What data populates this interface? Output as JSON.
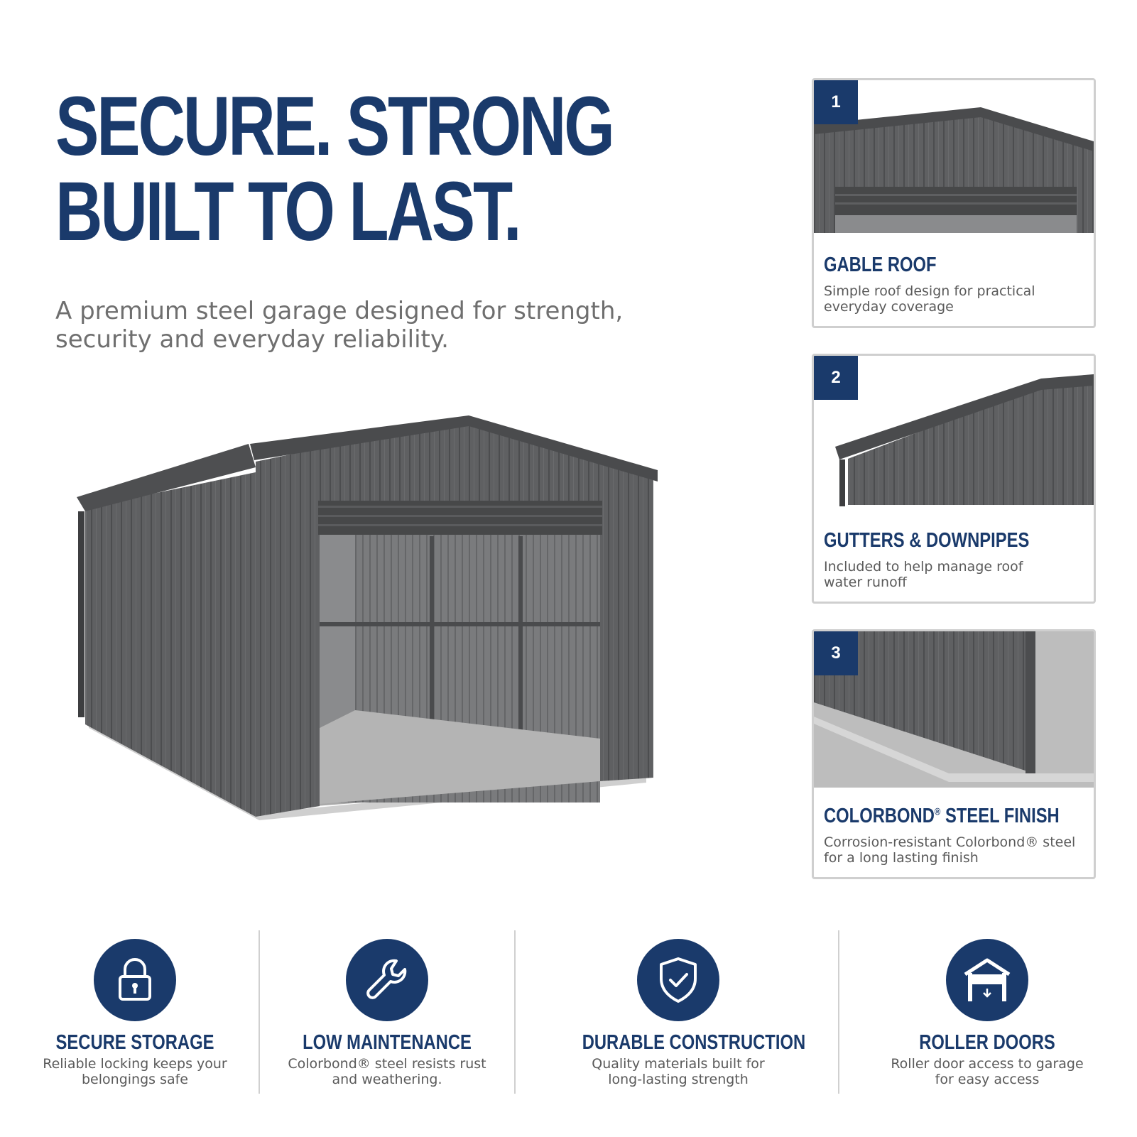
{
  "headline": {
    "line1": "SECURE. STRONG",
    "line2": "BUILT TO LAST."
  },
  "subhead": {
    "line1": "A premium steel garage designed for strength,",
    "line2": "security and everyday reliability."
  },
  "colors": {
    "brand_navy": "#1a3a6b",
    "steel_grey": "#5b5c5e",
    "text_grey": "#5a5a5a"
  },
  "cards": [
    {
      "number": "1",
      "title": "GABLE ROOF",
      "desc_line1": "Simple roof design for practical",
      "desc_line2": "everyday coverage"
    },
    {
      "number": "2",
      "title": "GUTTERS & DOWNPIPES",
      "desc_line1": "Included to help manage roof",
      "desc_line2": "water runoff"
    },
    {
      "number": "3",
      "title": "COLORBOND",
      "title_mark": "®",
      "title_suffix": " STEEL FINISH",
      "desc_line1": "Corrosion-resistant Colorbond® steel",
      "desc_line2": "for a long lasting finish"
    }
  ],
  "features": [
    {
      "icon": "lock-icon",
      "title": "SECURE STORAGE",
      "desc_line1": "Reliable locking keeps your",
      "desc_line2": "belongings safe"
    },
    {
      "icon": "wrench-icon",
      "title": "LOW MAINTENANCE",
      "desc_line1": "Colorbond® steel resists rust",
      "desc_line2": "and weathering."
    },
    {
      "icon": "shield-check-icon",
      "title": "DURABLE CONSTRUCTION",
      "desc_line1": "Quality materials built for",
      "desc_line2": "long-lasting strength"
    },
    {
      "icon": "garage-door-icon",
      "title": "ROLLER DOORS",
      "desc_line1": "Roller door access to garage",
      "desc_line2": "for easy access"
    }
  ]
}
